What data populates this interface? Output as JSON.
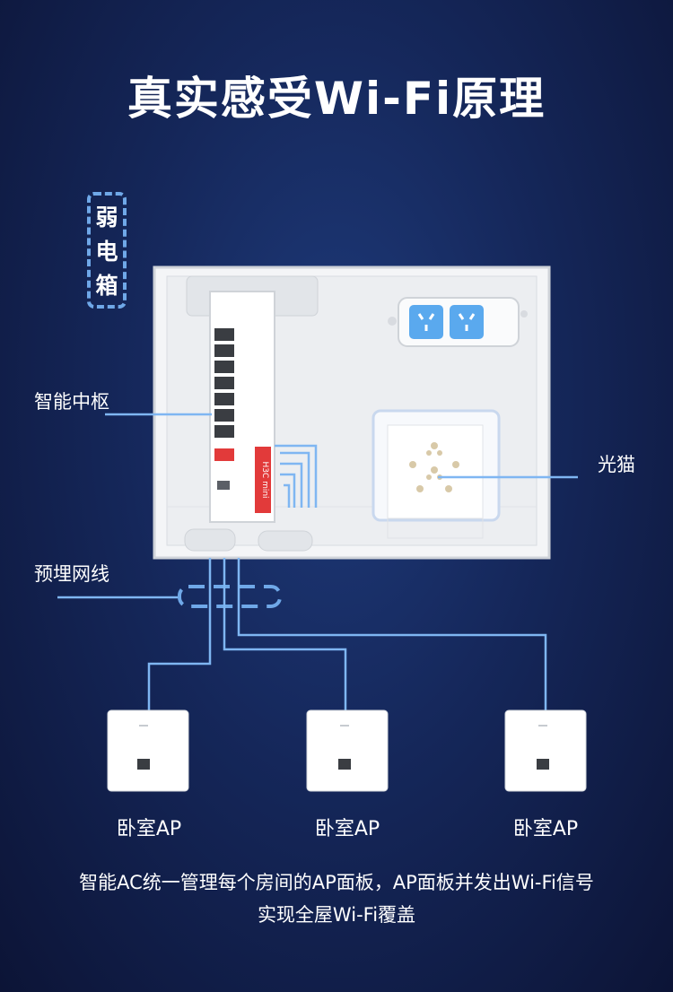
{
  "title": "真实感受Wi-Fi原理",
  "box_tag": {
    "chars": [
      "弱",
      "电",
      "箱"
    ]
  },
  "labels": {
    "hub": "智能中枢",
    "modem": "光猫",
    "cable": "预埋网线",
    "switch_brand": "H3C mini"
  },
  "aps": [
    {
      "label": "卧室AP"
    },
    {
      "label": "卧室AP"
    },
    {
      "label": "卧室AP"
    }
  ],
  "caption": {
    "line1": "智能AC统一管理每个房间的AP面板，AP面板并发出Wi-Fi信号",
    "line2": "实现全屋Wi-Fi覆盖"
  },
  "colors": {
    "line": "#7fb6f2",
    "outlet": "#5aa9ee",
    "switch_red": "#e23a3a",
    "background": "#15275a"
  }
}
